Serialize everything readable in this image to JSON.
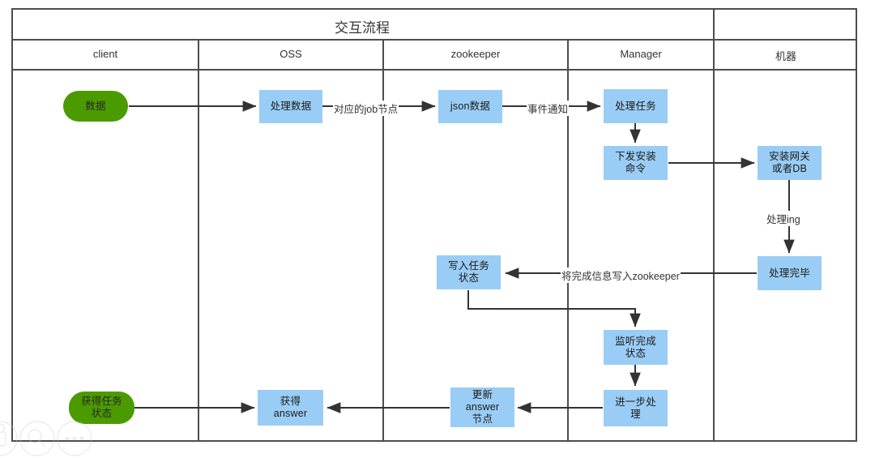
{
  "diagram": {
    "title": "交互流程",
    "lanes": [
      {
        "id": "client",
        "label": "client"
      },
      {
        "id": "oss",
        "label": "OSS"
      },
      {
        "id": "zookeeper",
        "label": "zookeeper"
      },
      {
        "id": "manager",
        "label": "Manager"
      },
      {
        "id": "machine",
        "label": "机器"
      }
    ],
    "colors": {
      "process_fill": "#9ACDF5",
      "terminator_fill": "#4B9B00",
      "border": "#4d4d4d",
      "text": "#333333"
    },
    "nodes": [
      {
        "id": "n1",
        "lane": "client",
        "shape": "terminator",
        "label": "数据"
      },
      {
        "id": "n2",
        "lane": "oss",
        "shape": "process",
        "label": "处理数据"
      },
      {
        "id": "n3",
        "lane": "zookeeper",
        "shape": "process",
        "label": "json数据"
      },
      {
        "id": "n4",
        "lane": "manager",
        "shape": "process",
        "label": "处理任务"
      },
      {
        "id": "n5",
        "lane": "manager",
        "shape": "process",
        "label": "下发安装\n命令"
      },
      {
        "id": "n6",
        "lane": "machine",
        "shape": "process",
        "label": "安装网关\n或者DB"
      },
      {
        "id": "n7",
        "lane": "machine",
        "shape": "process",
        "label": "处理完毕"
      },
      {
        "id": "n8",
        "lane": "zookeeper",
        "shape": "process",
        "label": "写入任务\n状态"
      },
      {
        "id": "n9",
        "lane": "manager",
        "shape": "process",
        "label": "监听完成\n状态"
      },
      {
        "id": "n10",
        "lane": "manager",
        "shape": "process",
        "label": "进一步处\n理"
      },
      {
        "id": "n11",
        "lane": "zookeeper",
        "shape": "process",
        "label": "更新\nanswer\n节点"
      },
      {
        "id": "n12",
        "lane": "oss",
        "shape": "process",
        "label": "获得\nanswer"
      },
      {
        "id": "n13",
        "lane": "client",
        "shape": "terminator",
        "label": "获得任务\n状态"
      }
    ],
    "edges": [
      {
        "id": "e1",
        "from": "n1",
        "to": "n2",
        "label": ""
      },
      {
        "id": "e2",
        "from": "n2",
        "to": "n3",
        "label": "对应的job节点"
      },
      {
        "id": "e3",
        "from": "n3",
        "to": "n4",
        "label": "事件通知"
      },
      {
        "id": "e4",
        "from": "n4",
        "to": "n5",
        "label": ""
      },
      {
        "id": "e5",
        "from": "n5",
        "to": "n6",
        "label": ""
      },
      {
        "id": "e6",
        "from": "n6",
        "to": "n7",
        "label": "处理ing"
      },
      {
        "id": "e7",
        "from": "n7",
        "to": "n8",
        "label": "将完成信息写入zookeeper"
      },
      {
        "id": "e8",
        "from": "n8",
        "to": "n9",
        "label": ""
      },
      {
        "id": "e9",
        "from": "n9",
        "to": "n10",
        "label": ""
      },
      {
        "id": "e10",
        "from": "n10",
        "to": "n11",
        "label": ""
      },
      {
        "id": "e11",
        "from": "n11",
        "to": "n12",
        "label": ""
      },
      {
        "id": "e12",
        "from": "n13",
        "to": "n12",
        "label": ""
      }
    ]
  }
}
